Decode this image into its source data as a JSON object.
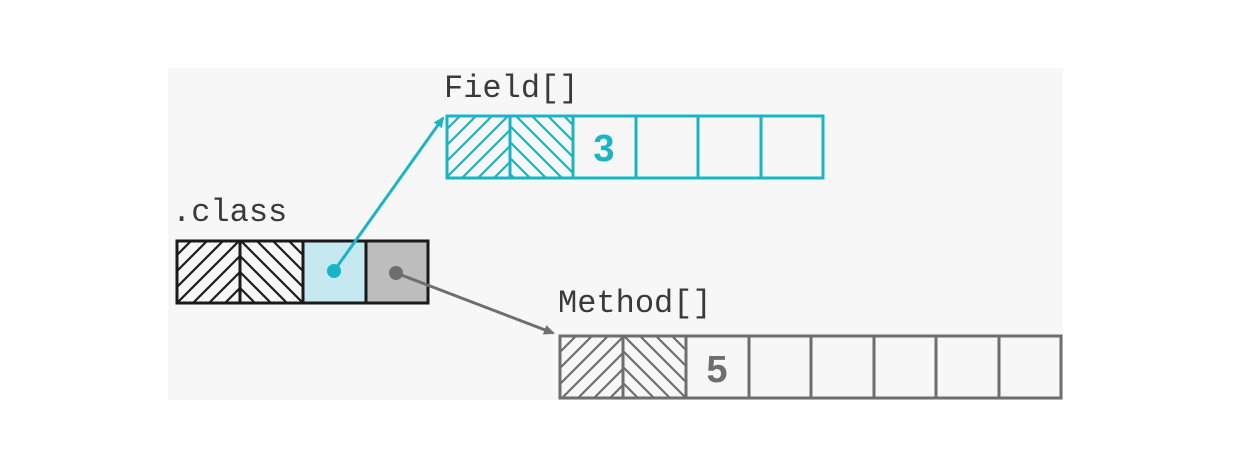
{
  "diagram": {
    "class_block": {
      "label": ".class",
      "fill_color": "#c6e8f0",
      "gray_fill": "#bdbdbd",
      "border_color": "#1a1a1a"
    },
    "field_array": {
      "label": "Field[]",
      "count": "3",
      "color": "#1ab4c7"
    },
    "method_array": {
      "label": "Method[]",
      "count": "5",
      "color": "#6e6e6e"
    }
  }
}
